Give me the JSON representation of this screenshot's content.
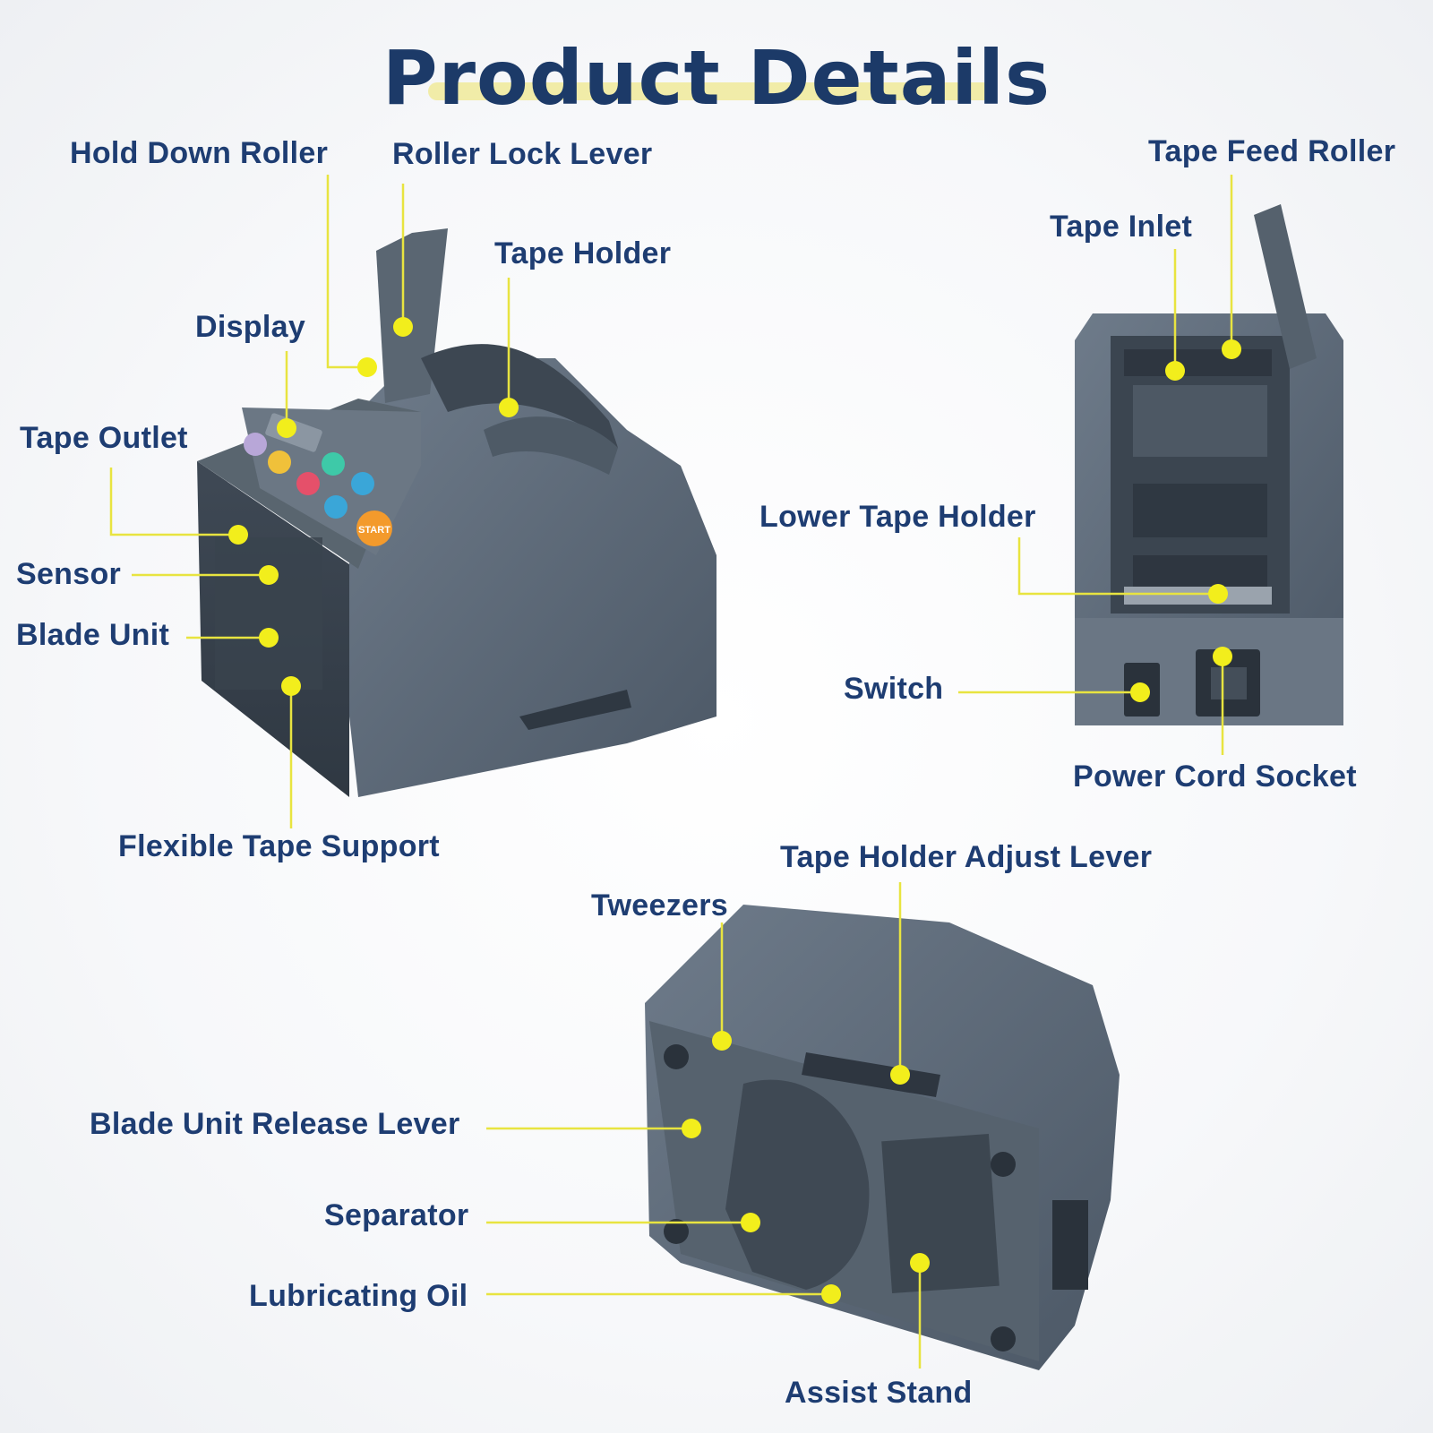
{
  "title": "Product Details",
  "colors": {
    "label_text": "#1e3d72",
    "leader_line": "#e8e440",
    "marker_dot": "#f2ee1c",
    "machine_body": "#5d6a78",
    "background": "#f7f8fa"
  },
  "front_view": {
    "labels": {
      "hold_down_roller": "Hold Down Roller",
      "roller_lock_lever": "Roller Lock Lever",
      "tape_holder": "Tape Holder",
      "display": "Display",
      "tape_outlet": "Tape Outlet",
      "sensor": "Sensor",
      "blade_unit": "Blade Unit",
      "flexible_tape_support": "Flexible Tape Support"
    },
    "start_button": "START"
  },
  "back_view": {
    "labels": {
      "tape_feed_roller": "Tape Feed Roller",
      "tape_inlet": "Tape Inlet",
      "lower_tape_holder": "Lower Tape Holder",
      "switch": "Switch",
      "power_cord_socket": "Power Cord Socket"
    }
  },
  "bottom_view": {
    "labels": {
      "tape_holder_adjust_lever": "Tape Holder Adjust Lever",
      "tweezers": "Tweezers",
      "blade_unit_release_lever": "Blade Unit Release Lever",
      "separator": "Separator",
      "lubricating_oil": "Lubricating Oil",
      "assist_stand": "Assist Stand"
    }
  }
}
